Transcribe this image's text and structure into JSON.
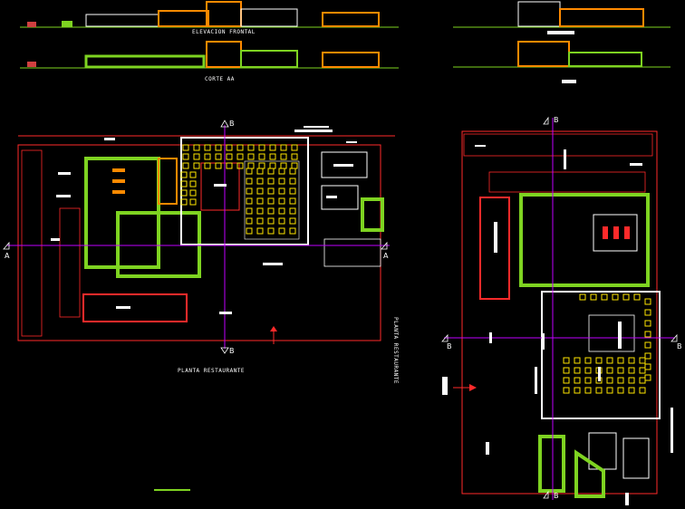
{
  "drawing": {
    "background": "#000000",
    "colors": {
      "wall": "#7ed321",
      "line": "#ff2a2a",
      "furniture": "#ffe600",
      "axis": "#c000ff",
      "text": "#ffffff",
      "accent": "#ff8a00"
    },
    "labels": {
      "elevation_title": "ELEVACION FRONTAL",
      "section_title": "CORTE AA",
      "plan_title": "PLANTA RESTAURANTE",
      "plan_title_rotated": "PLANTA RESTAURANTE"
    },
    "section_markers": {
      "a": "A",
      "b": "B"
    }
  }
}
